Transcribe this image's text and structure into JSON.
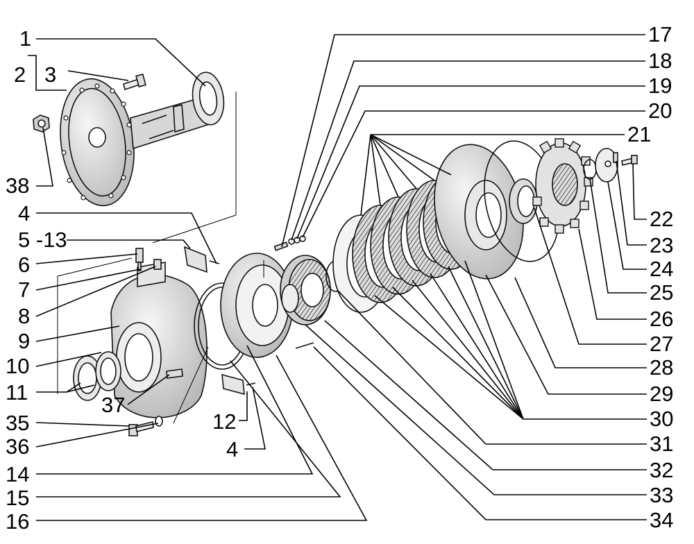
{
  "callouts": {
    "c1": "1",
    "c2": "2",
    "c3": "3",
    "c4a": "4",
    "c4b": "4",
    "c5_13": "5 -13",
    "c6": "6",
    "c7": "7",
    "c8": "8",
    "c9": "9",
    "c10": "10",
    "c11": "11",
    "c12": "12",
    "c14": "14",
    "c15": "15",
    "c16": "16",
    "c17": "17",
    "c18": "18",
    "c19": "19",
    "c20": "20",
    "c21": "21",
    "c22": "22",
    "c23": "23",
    "c24": "24",
    "c25": "25",
    "c26": "26",
    "c27": "27",
    "c28": "28",
    "c29": "29",
    "c30": "30",
    "c31": "31",
    "c32": "32",
    "c33": "33",
    "c34": "34",
    "c35": "35",
    "c36": "36",
    "c37": "37",
    "c38": "38"
  }
}
